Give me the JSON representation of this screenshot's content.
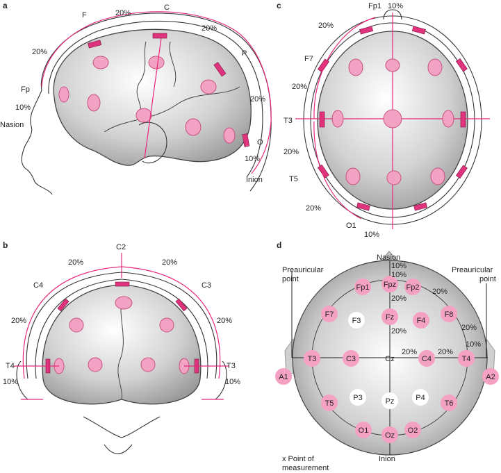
{
  "panels": {
    "a": {
      "letter": "a",
      "labels": {
        "F": "F",
        "C": "C",
        "P": "P",
        "Fp": "Fp",
        "O": "O",
        "nasion": "Nasion",
        "inion": "Inion"
      },
      "pct": [
        "20%",
        "20%",
        "20%",
        "20%",
        "10%",
        "10%"
      ]
    },
    "b": {
      "letter": "b",
      "labels": {
        "C2": "C2",
        "C4": "C4",
        "C3": "C3",
        "T4": "T4",
        "T3": "T3"
      },
      "pct": [
        "20%",
        "20%",
        "20%",
        "20%",
        "10%",
        "10%"
      ]
    },
    "c": {
      "letter": "c",
      "labels": {
        "Fp1": "Fp1",
        "F7": "F7",
        "T3": "T3",
        "T5": "T5",
        "O1": "O1"
      },
      "pct": [
        "10%",
        "20%",
        "20%",
        "20%",
        "20%",
        "10%"
      ]
    },
    "d": {
      "letter": "d",
      "nasion": "Nasion",
      "inion": "Inion",
      "preauricular_left": [
        "Preauricular",
        "point"
      ],
      "preauricular_right": [
        "Preauricular",
        "point"
      ],
      "legend": [
        "x Point of",
        "measurement"
      ],
      "electrodes": [
        {
          "label": "Fp1",
          "fill": "pink"
        },
        {
          "label": "Fpz",
          "fill": "pink"
        },
        {
          "label": "Fp2",
          "fill": "pink"
        },
        {
          "label": "F7",
          "fill": "pink"
        },
        {
          "label": "F3",
          "fill": "white"
        },
        {
          "label": "Fz",
          "fill": "pink"
        },
        {
          "label": "F4",
          "fill": "pink"
        },
        {
          "label": "F8",
          "fill": "pink"
        },
        {
          "label": "A1",
          "fill": "pink"
        },
        {
          "label": "T3",
          "fill": "pink"
        },
        {
          "label": "C3",
          "fill": "pink"
        },
        {
          "label": "Cz",
          "fill": "none"
        },
        {
          "label": "C4",
          "fill": "pink"
        },
        {
          "label": "T4",
          "fill": "pink"
        },
        {
          "label": "A2",
          "fill": "pink"
        },
        {
          "label": "T5",
          "fill": "pink"
        },
        {
          "label": "P3",
          "fill": "white"
        },
        {
          "label": "Pz",
          "fill": "white"
        },
        {
          "label": "P4",
          "fill": "white"
        },
        {
          "label": "T6",
          "fill": "pink"
        },
        {
          "label": "O1",
          "fill": "pink"
        },
        {
          "label": "Oz",
          "fill": "pink"
        },
        {
          "label": "O2",
          "fill": "pink"
        }
      ],
      "pct": [
        "10%",
        "10%",
        "20%",
        "20%",
        "20%",
        "20%",
        "10%",
        "20%",
        "20%"
      ]
    }
  },
  "colors": {
    "magenta": "#e8287a",
    "electrode": "#f2a3c4",
    "electrode_dark": "#e0337d"
  }
}
